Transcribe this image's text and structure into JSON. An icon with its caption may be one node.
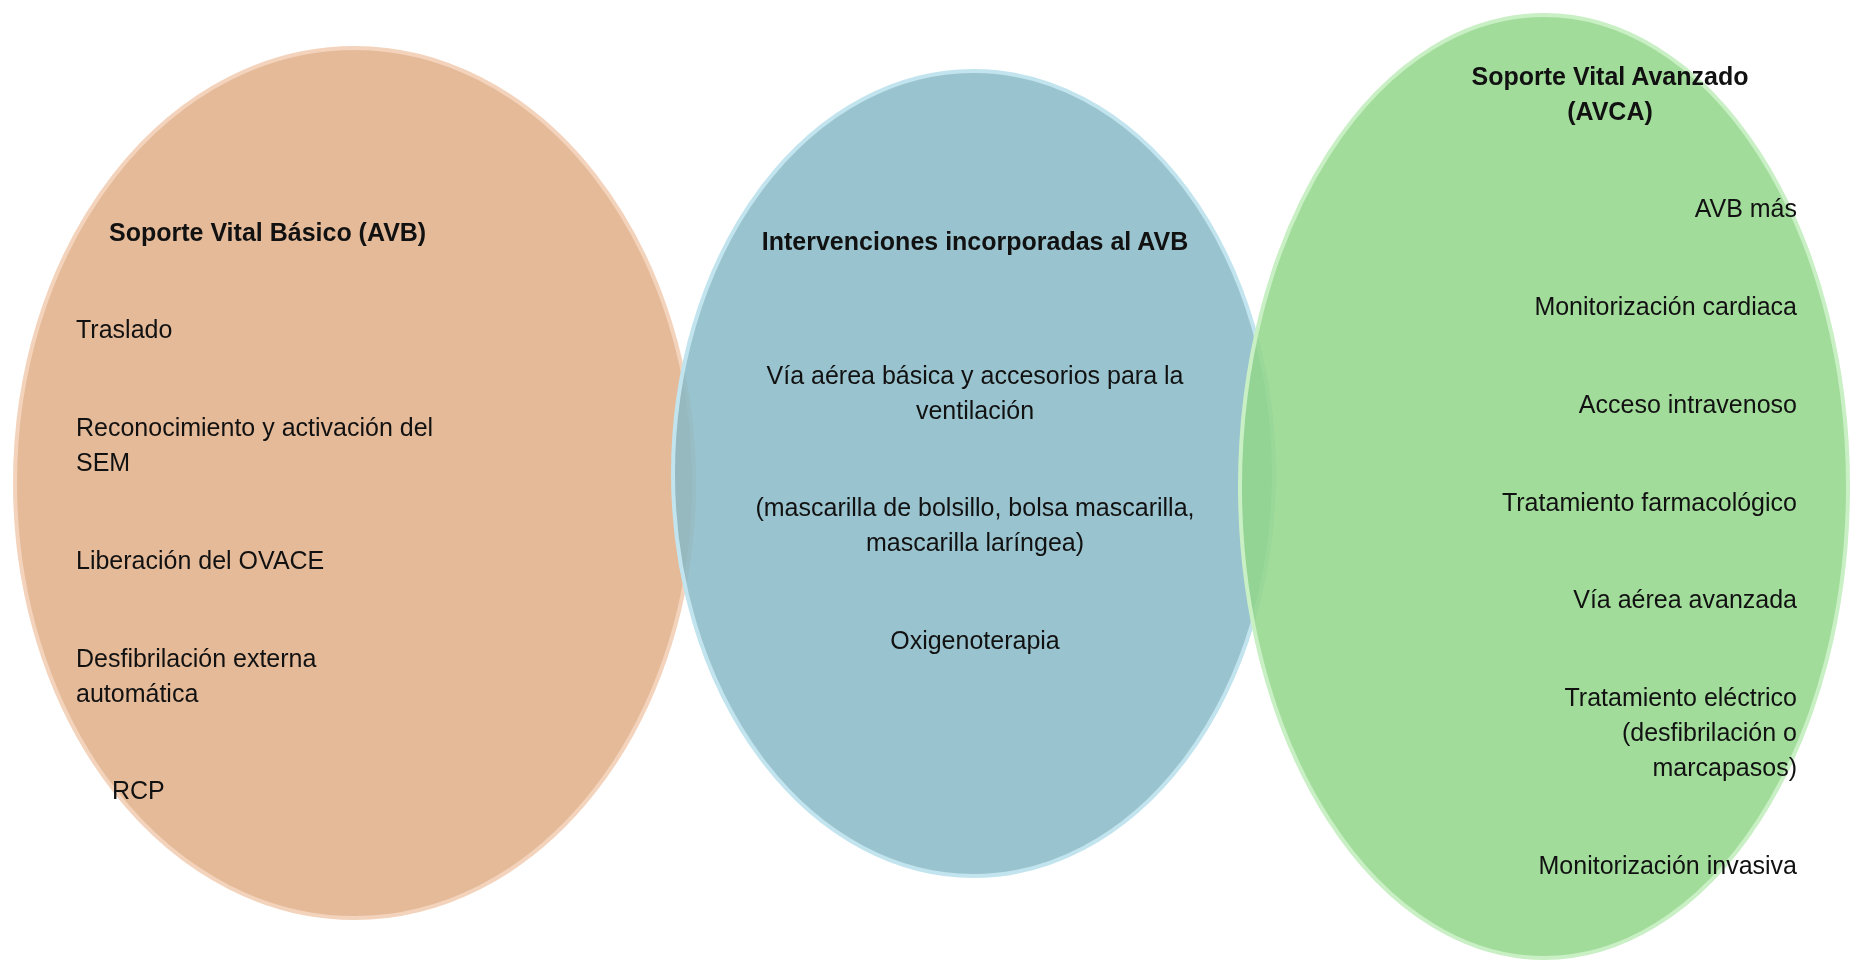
{
  "diagram": {
    "nodes": [
      {
        "text": [
          "Soporte Vital Básico (AVB)",
          "Traslado",
          "Reconocimiento y activación del SEM",
          "Liberación del OVACE",
          "Desfibrilación externa automática",
          "RCP"
        ]
      },
      {
        "text": [
          "Intervenciones incorporadas al AVB",
          "Vía aérea básica y accesorios para la ventilación",
          "(mascarilla de bolsillo, bolsa mascarilla, mascarilla laríngea)",
          "Oxigenoterapia"
        ]
      },
      {
        "text": [
          "Soporte Vital Avanzado (AVCA)",
          "AVB más",
          "Monitorización cardiaca",
          "Acceso intravenoso",
          "Tratamiento farmacológico",
          "Vía aérea avanzada",
          "Tratamiento eléctrico (desfibrilación o marcapasos)",
          "Monitorización invasiva"
        ]
      }
    ]
  }
}
